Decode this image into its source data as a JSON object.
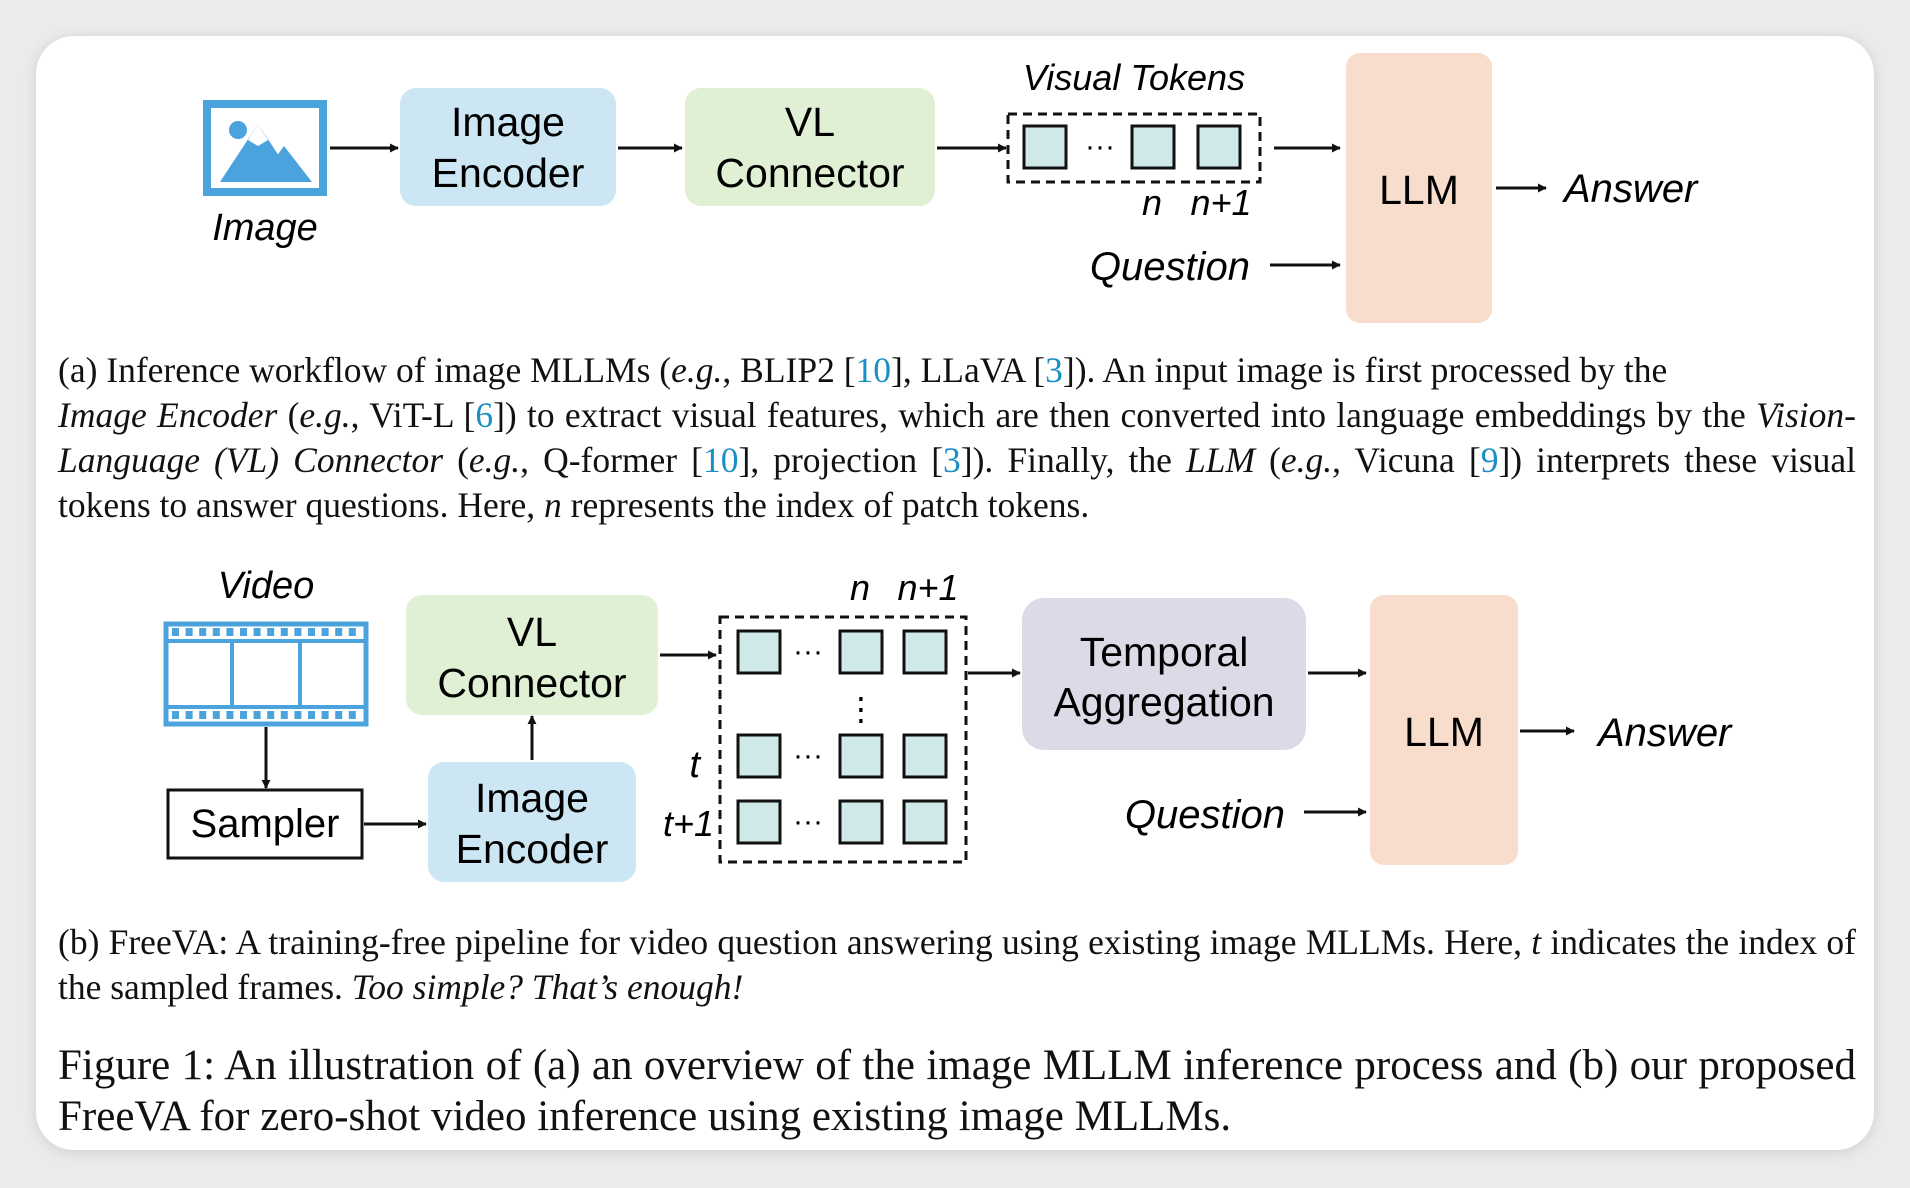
{
  "diagram_a": {
    "image_label": "Image",
    "image_encoder": [
      "Image",
      "Encoder"
    ],
    "vl_connector": [
      "VL",
      "Connector"
    ],
    "visual_tokens_label": "Visual Tokens",
    "ellipsis": "···",
    "n_label": "n",
    "n1_label": "n+1",
    "llm": "LLM",
    "answer": "Answer",
    "question": "Question"
  },
  "caption_a": {
    "p1": "(a) Inference workflow of image MLLMs (",
    "eg": "e.g.",
    "p2": ", BLIP2 [",
    "c10": "10",
    "p3": "], LLaVA [",
    "c3": "3",
    "p4": "]). An input image is first processed by the",
    "image_encoder": "Image Encoder",
    "p5": " (",
    "p6": ", ViT-L [",
    "c6": "6",
    "p7": "]) to extract visual features, which are then converted into language embeddings by the ",
    "vl_connector": "Vision-Language (VL) Connector",
    "p8": " (",
    "p9": ", Q-former [",
    "p10": "], projection [",
    "p11": "]). Finally, the ",
    "llm": "LLM",
    "p12": " (",
    "p13": ", Vicuna [",
    "c9": "9",
    "p14": "]) interprets these visual tokens to answer questions. Here, ",
    "n": "n",
    "p15": " represents the index of patch tokens."
  },
  "diagram_b": {
    "video_label": "Video",
    "sampler": "Sampler",
    "image_encoder": [
      "Image",
      "Encoder"
    ],
    "vl_connector": [
      "VL",
      "Connector"
    ],
    "n_label": "n",
    "n1_label": "n+1",
    "t_label": "t",
    "t1_label": "t+1",
    "ellipsis": "···",
    "vdots": "⋮",
    "temporal_aggregation": [
      "Temporal",
      "Aggregation"
    ],
    "llm": "LLM",
    "answer": "Answer",
    "question": "Question"
  },
  "caption_b": {
    "p1": "(b) FreeVA: A training-free pipeline for video question answering using existing image MLLMs.  Here, ",
    "t": "t",
    "p2": " indicates the index of the sampled frames. ",
    "tail": "Too simple? That’s enough!"
  },
  "figure_caption": "Figure 1: An illustration of (a) an overview of the image MLLM inference process and (b) our proposed FreeVA for zero-shot video inference using existing image MLLMs.",
  "colors": {
    "encoder_blue": "#cde6f4",
    "connector_green": "#dff0d4",
    "llm_peach": "#f8ddcd",
    "aggregation_lavender": "#ddd9e6",
    "token_fill": "#cfe9e8",
    "icon_blue": "#4aa3dc",
    "citation": "#1a8fc4"
  }
}
